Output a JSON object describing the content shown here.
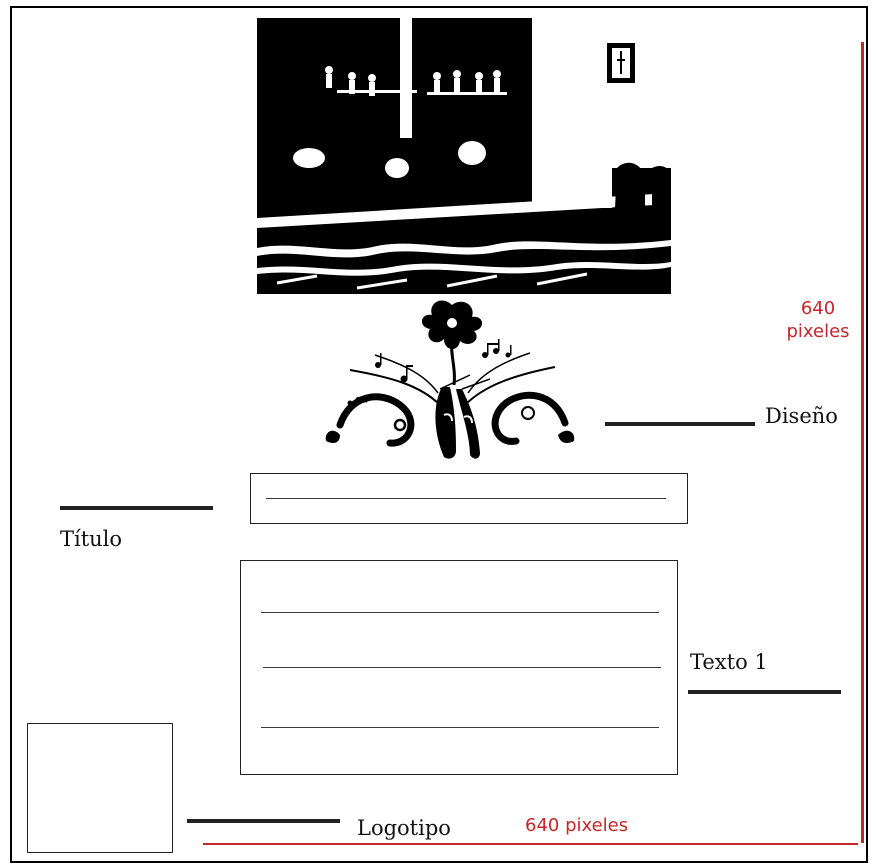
{
  "labels": {
    "diseno": "Diseño",
    "titulo": "Título",
    "texto1": "Texto 1",
    "logotipo": "Logotipo"
  },
  "dimensions": {
    "height_value": "640",
    "height_unit": "pixeles",
    "width_label": "640 pixeles"
  },
  "colors": {
    "outline": "#000000",
    "guides": "#c1272d",
    "placeholder_lines": "#3a3a3a"
  },
  "icons": {
    "photo": "ballet-class-photo-icon",
    "ornament": "pointe-shoes-floral-ornament-icon"
  }
}
